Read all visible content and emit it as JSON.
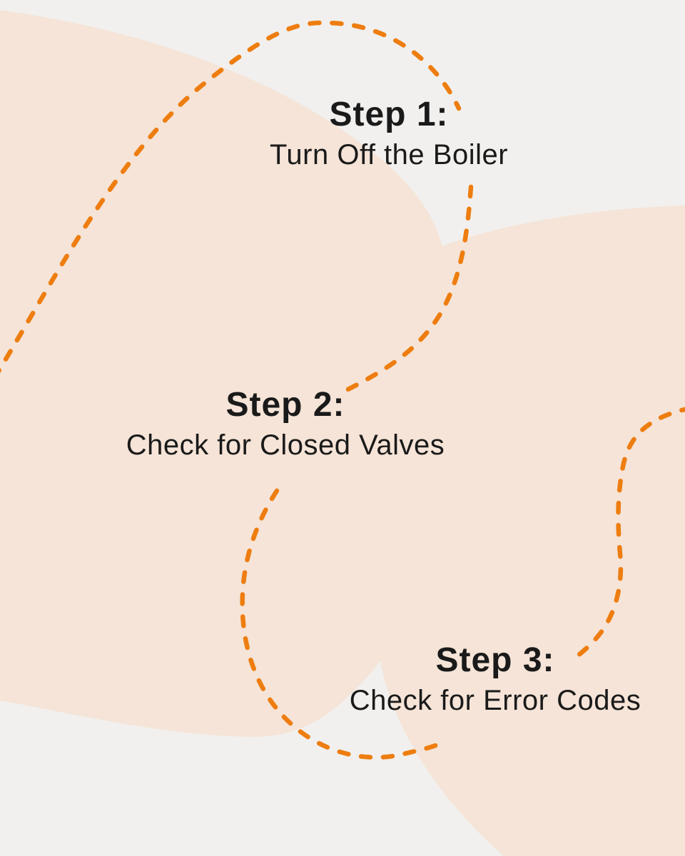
{
  "infographic": {
    "steps": [
      {
        "title": "Step 1:",
        "subtitle": "Turn Off the Boiler"
      },
      {
        "title": "Step 2:",
        "subtitle": "Check for Closed Valves"
      },
      {
        "title": "Step 3:",
        "subtitle": "Check for Error Codes"
      }
    ]
  },
  "colors": {
    "background": "#f1f0ee",
    "blob": "#f5e4d7",
    "dashed_line": "#ee7d10",
    "text": "#1a1a1a"
  }
}
